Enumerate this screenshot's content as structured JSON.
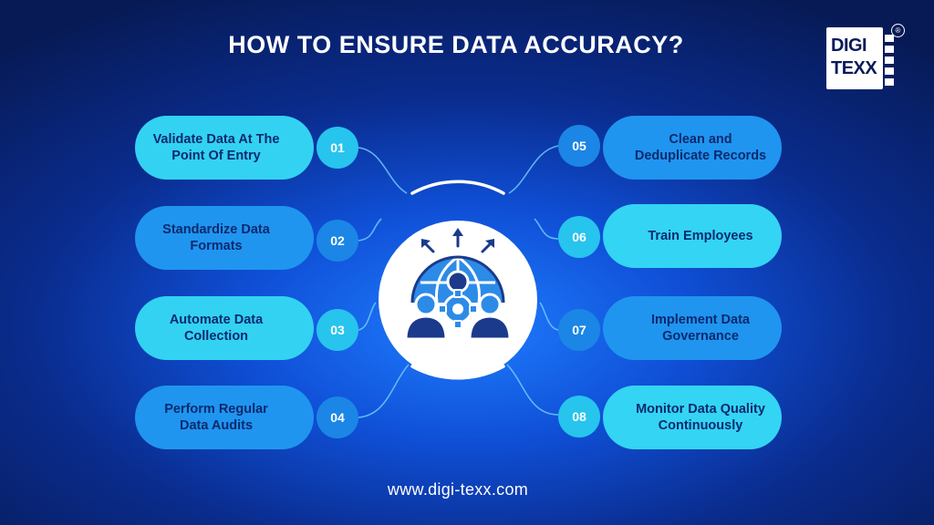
{
  "title": "HOW TO ENSURE DATA ACCURACY?",
  "logo": {
    "line1": "DIGI",
    "line2": "TEXX",
    "registered": "®"
  },
  "steps": [
    {
      "number": "01",
      "label": "Validate Data At The Point Of Entry"
    },
    {
      "number": "02",
      "label": "Standardize Data Formats"
    },
    {
      "number": "03",
      "label": "Automate Data Collection"
    },
    {
      "number": "04",
      "label": "Perform Regular Data Audits"
    },
    {
      "number": "05",
      "label": "Clean and Deduplicate Records"
    },
    {
      "number": "06",
      "label": "Train Employees"
    },
    {
      "number": "07",
      "label": "Implement Data Governance"
    },
    {
      "number": "08",
      "label": "Monitor Data Quality Continuously"
    }
  ],
  "center_icon": "globe-team-gear-icon",
  "footer": "www.digi-texx.com",
  "colors": {
    "pill_light": "#33d2f2",
    "pill_mid": "#1f95f0",
    "icon_dark": "#1b3a8c",
    "icon_blue": "#2d8be8"
  }
}
